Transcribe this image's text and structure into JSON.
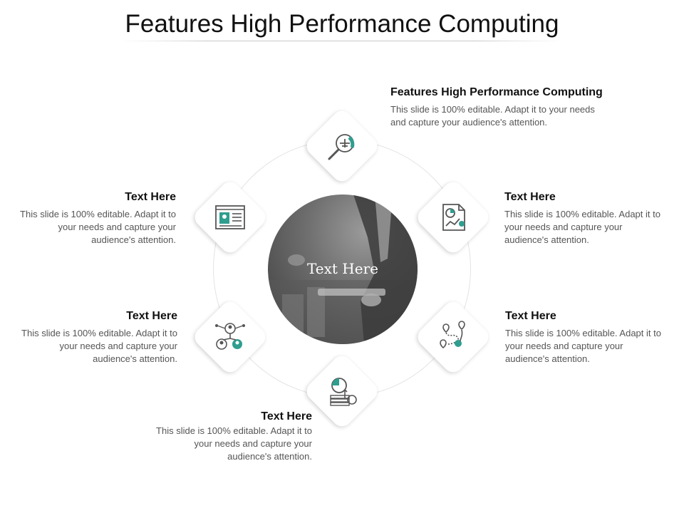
{
  "slide": {
    "title": "Features High Performance Computing",
    "center_label": "Text Here"
  },
  "items": [
    {
      "heading": "Features High Performance Computing",
      "body": "This slide is 100% editable. Adapt it to your needs and capture your audience's attention.",
      "icon": "magnifier-airplane-icon"
    },
    {
      "heading": "Text Here",
      "body": "This slide is 100% editable. Adapt it to your needs and capture your audience's attention.",
      "icon": "report-chart-icon"
    },
    {
      "heading": "Text Here",
      "body": "This slide is 100% editable. Adapt it to your needs and capture your audience's attention.",
      "icon": "location-network-icon"
    },
    {
      "heading": "Text Here",
      "body": "This slide is 100% editable. Adapt it to your needs and capture your audience's attention.",
      "icon": "pie-chart-coins-icon"
    },
    {
      "heading": "Text Here",
      "body": "This slide is 100% editable. Adapt it to your needs and capture your audience's attention.",
      "icon": "people-network-icon"
    },
    {
      "heading": "Text Here",
      "body": "This slide is 100% editable. Adapt it to your needs and capture your audience's attention.",
      "icon": "profile-window-icon"
    }
  ],
  "colors": {
    "accent_teal": "#2f9e8f",
    "icon_stroke": "#555555",
    "body_text": "#555555"
  }
}
